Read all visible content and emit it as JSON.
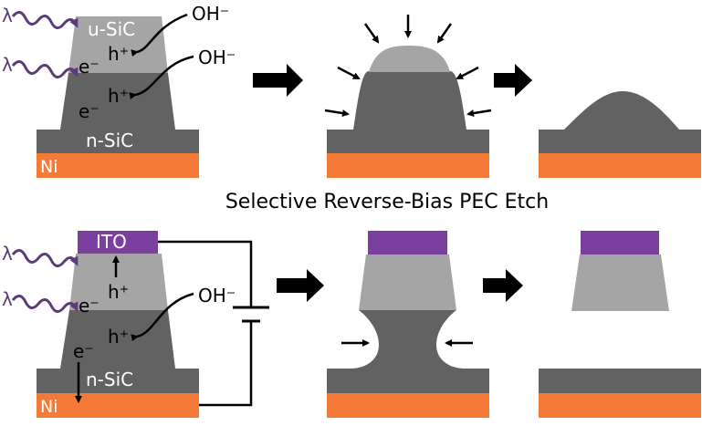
{
  "colors": {
    "dark_sic": "#626262",
    "light_sic": "#a5a5a5",
    "nickel": "#f47a38",
    "ito": "#7b3fa0",
    "photon": "#5b3c7a",
    "arrow": "#000000"
  },
  "top": {
    "layer_u_sic": "u-SiC",
    "layer_n_sic": "n-SiC",
    "layer_ni": "Ni",
    "hole_upper": "h⁺",
    "hole_lower": "h⁺",
    "electron_upper": "e⁻",
    "electron_lower": "e⁻",
    "oh_upper": "OH⁻",
    "oh_lower": "OH⁻",
    "lambda_upper": "λ",
    "lambda_lower": "λ"
  },
  "section_title": "Selective Reverse-Bias PEC Etch",
  "bottom": {
    "layer_ito": "ITO",
    "layer_n_sic": "n-SiC",
    "layer_ni": "Ni",
    "hole_upper": "h⁺",
    "hole_lower": "h⁺",
    "electron_upper": "e⁻",
    "electron_lower": "e⁻",
    "oh": "OH⁻",
    "lambda_upper": "λ",
    "lambda_lower": "λ"
  }
}
